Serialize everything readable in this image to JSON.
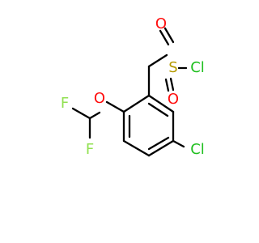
{
  "molecule": {
    "atoms": {
      "cl_sulfonyl": {
        "symbol": "Cl",
        "color": "#1FBF1F"
      },
      "s": {
        "symbol": "S",
        "color": "#B59A00"
      },
      "o_top": {
        "symbol": "O",
        "color": "#FF0D0D"
      },
      "o_bottom": {
        "symbol": "O",
        "color": "#FF0D0D"
      },
      "o_ether": {
        "symbol": "O",
        "color": "#FF0D0D"
      },
      "f_top": {
        "symbol": "F",
        "color": "#90E050"
      },
      "f_bottom": {
        "symbol": "F",
        "color": "#90E050"
      },
      "cl_ring": {
        "symbol": "Cl",
        "color": "#1FBF1F"
      }
    },
    "bond_color": "#000000"
  }
}
